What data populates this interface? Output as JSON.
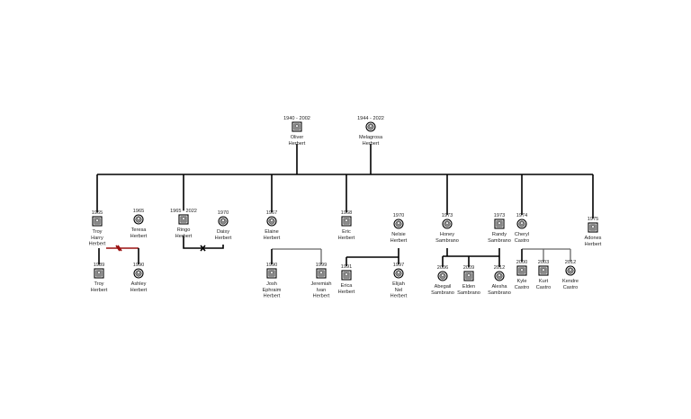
{
  "colors": {
    "line": "#000000",
    "child_line": "#666666",
    "divorced_line": "#9a1010",
    "text": "#222222"
  },
  "people": {
    "oliver": {
      "dates": "1940 - 2002",
      "name": [
        "Oliver",
        "Herbert"
      ],
      "icon": "male-photo-icon"
    },
    "melagrosa": {
      "dates": "1944 - 2022",
      "name": [
        "Melagrosa",
        "Herbert"
      ],
      "icon": "female-photo-icon"
    },
    "troy_harry": {
      "dates": "1965",
      "name": [
        "Troy",
        "Harry",
        "Herbert"
      ],
      "icon": "male-photo-icon"
    },
    "teresa": {
      "dates": "1965",
      "name": [
        "Teresa",
        "Herbert"
      ],
      "icon": "female-photo-icon"
    },
    "ringo": {
      "dates": "1965 - 2022",
      "name": [
        "Ringo",
        "Herbert"
      ],
      "icon": "male-photo-icon"
    },
    "daisy": {
      "dates": "1970",
      "name": [
        "Daisy",
        "Herbert"
      ],
      "icon": "female-photo-icon"
    },
    "elaine": {
      "dates": "1967",
      "name": [
        "Elaine",
        "Herbert"
      ],
      "icon": "female-photo-icon"
    },
    "eric": {
      "dates": "1968",
      "name": [
        "Eric",
        "Herbert"
      ],
      "icon": "male-photo-icon"
    },
    "nelsie": {
      "dates": "1970",
      "name": [
        "Nelsie",
        "Herbert"
      ],
      "icon": "female-photo-icon"
    },
    "honey": {
      "dates": "1973",
      "name": [
        "Honey",
        "Sambrano"
      ],
      "icon": "female-photo-icon"
    },
    "randy": {
      "dates": "1973",
      "name": [
        "Randy",
        "Sambrano"
      ],
      "icon": "male-photo-icon"
    },
    "cheryl": {
      "dates": "1974",
      "name": [
        "Cheryl",
        "Castro"
      ],
      "icon": "female-photo-icon"
    },
    "adones": {
      "dates": "1975",
      "name": [
        "Adones",
        "Herbert"
      ],
      "icon": "male-photo-icon"
    },
    "troy": {
      "dates": "1989",
      "name": [
        "Troy",
        "Herbert"
      ],
      "icon": "male-photo-icon"
    },
    "ashley": {
      "dates": "1990",
      "name": [
        "Ashley",
        "Herbert"
      ],
      "icon": "female-photo-icon"
    },
    "josh": {
      "dates": "1990",
      "name": [
        "Josh",
        "Ephraim",
        "Herbert"
      ],
      "icon": "male-photo-icon"
    },
    "jeremiah": {
      "dates": "1999",
      "name": [
        "Jeremiah",
        "Ivan",
        "Herbert"
      ],
      "icon": "male-photo-icon"
    },
    "erica": {
      "dates": "1991",
      "name": [
        "Erica",
        "Herbert"
      ],
      "icon": "male-photo-icon"
    },
    "elijah": {
      "dates": "1997",
      "name": [
        "Elijah",
        "Nel",
        "Herbert"
      ],
      "icon": "female-photo-icon"
    },
    "abegail": {
      "dates": "2006",
      "name": [
        "Abegail",
        "Sambrano"
      ],
      "icon": "female-photo-icon"
    },
    "elden": {
      "dates": "2009",
      "name": [
        "Elden",
        "Sambrano"
      ],
      "icon": "male-photo-icon"
    },
    "alesha": {
      "dates": "2012",
      "name": [
        "Alesha",
        "Sambrano"
      ],
      "icon": "female-photo-icon"
    },
    "kyle": {
      "dates": "2000",
      "name": [
        "Kyle",
        "Castro"
      ],
      "icon": "male-photo-icon"
    },
    "kurt": {
      "dates": "2003",
      "name": [
        "Kurt",
        "Castro"
      ],
      "icon": "male-photo-icon"
    },
    "kendre": {
      "dates": "2012",
      "name": [
        "Kendre",
        "Castro"
      ],
      "icon": "female-photo-icon"
    }
  }
}
